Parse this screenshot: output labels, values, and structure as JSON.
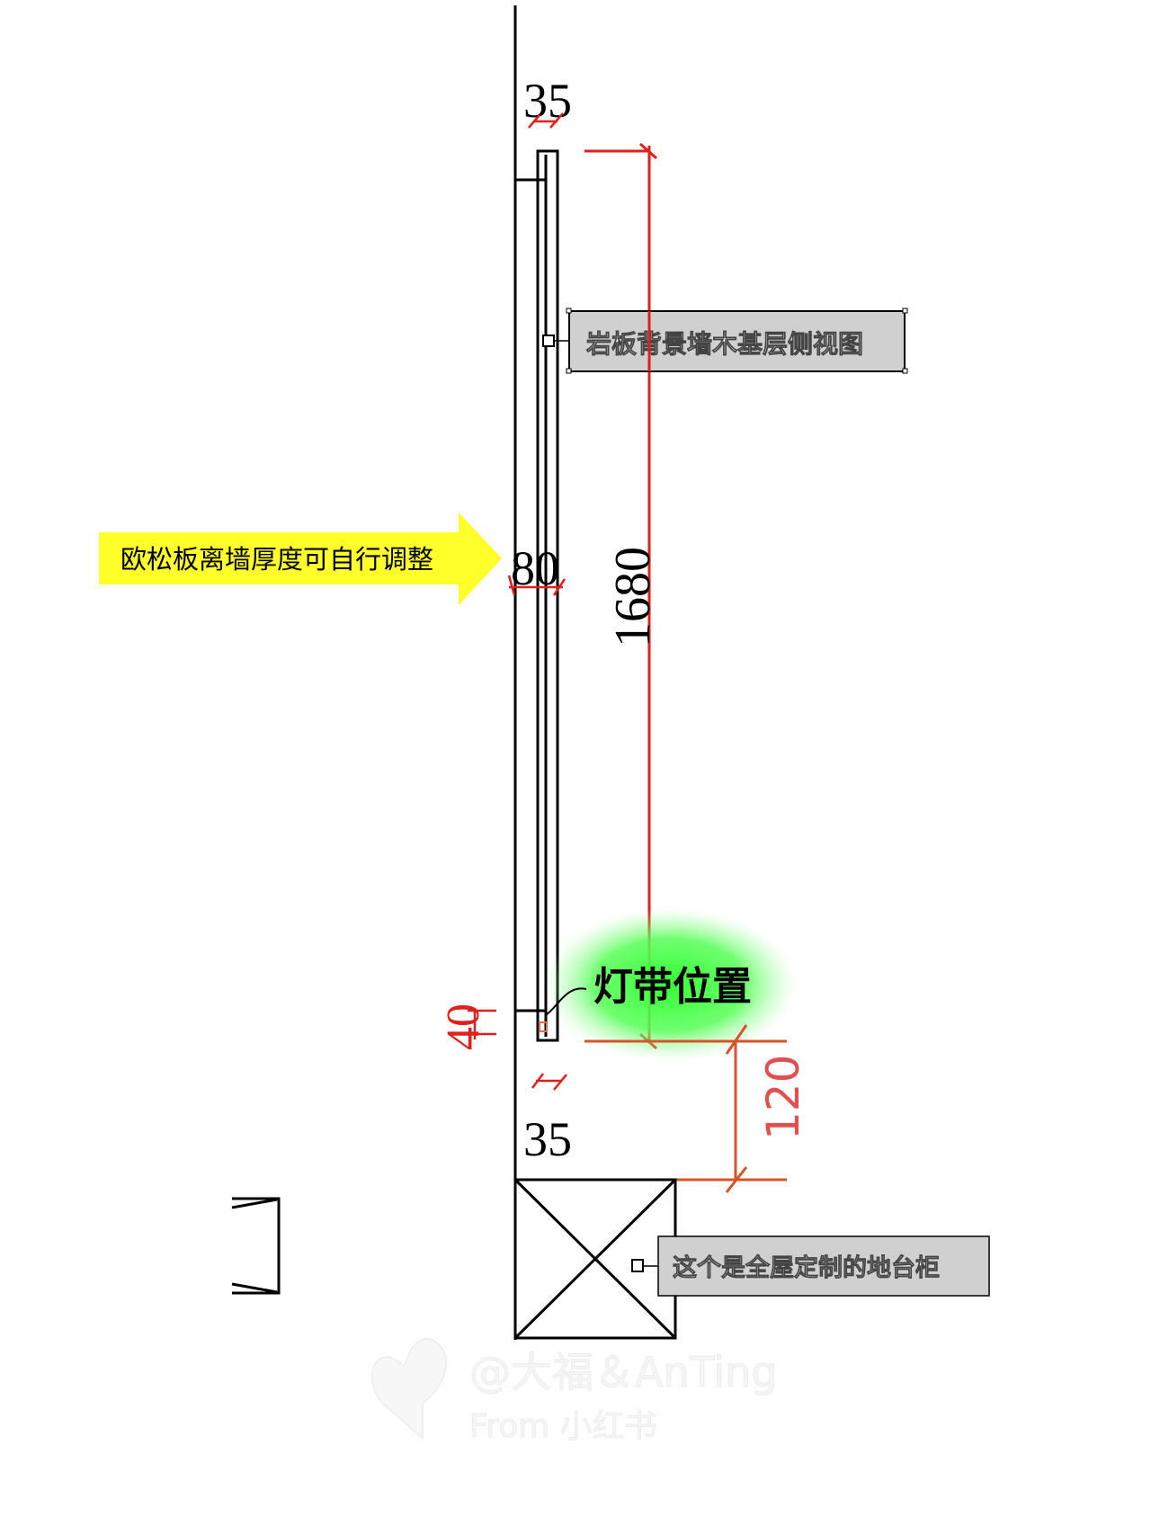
{
  "dimensions": {
    "top_gap": "35",
    "offset_from_wall": "80",
    "panel_height": "1680",
    "bottom_return": "40",
    "gap_to_cabinet": "120",
    "bottom_gap": "35"
  },
  "labels": {
    "side_view_title": "岩板背景墙木基层侧视图",
    "osb_note": "欧松板离墙厚度可自行调整",
    "light_strip": "灯带位置",
    "cabinet_note": "这个是全屋定制的地台柜"
  },
  "watermark": {
    "author": "@大福＆AnTing",
    "source": "From 小红书"
  },
  "colors": {
    "dimension": "#e0201c",
    "dimension_orange": "#d9532a",
    "highlight_yellow": "#ffff2a",
    "glow_green": "#33ff33",
    "label_box": "#d0d0d0"
  }
}
